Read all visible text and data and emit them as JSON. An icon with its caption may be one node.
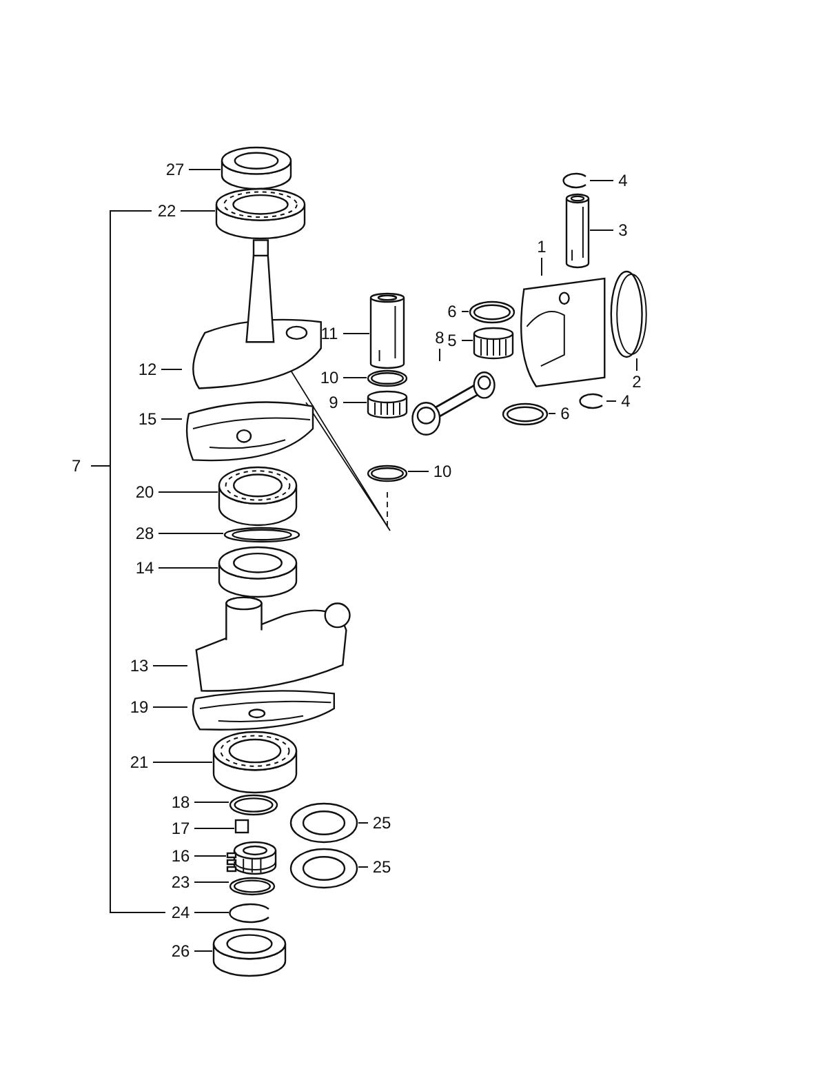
{
  "diagram": {
    "nodes": [
      {
        "text": [
          "27"
        ]
      },
      {
        "text": [],
        "shape": "picture"
      },
      {
        "text": [
          "22"
        ]
      },
      {
        "text": [],
        "shape": "picture"
      },
      {
        "text": [
          "12"
        ]
      },
      {
        "text": [],
        "shape": "picture"
      },
      {
        "text": [
          "15"
        ]
      },
      {
        "text": [],
        "shape": "picture"
      },
      {
        "text": [
          "20"
        ]
      },
      {
        "text": [],
        "shape": "picture"
      },
      {
        "text": [
          "28"
        ]
      },
      {
        "text": [],
        "shape": "picture"
      },
      {
        "text": [
          "14"
        ]
      },
      {
        "text": [],
        "shape": "picture"
      },
      {
        "text": [
          "13"
        ]
      },
      {
        "text": [],
        "shape": "picture"
      },
      {
        "text": [
          "19"
        ]
      },
      {
        "text": [],
        "shape": "picture"
      },
      {
        "text": [
          "21"
        ]
      },
      {
        "text": [],
        "shape": "picture"
      },
      {
        "text": [
          "18"
        ]
      },
      {
        "text": [],
        "shape": "picture"
      },
      {
        "text": [
          "17"
        ]
      },
      {
        "text": [],
        "shape": "box"
      },
      {
        "text": [
          "16"
        ]
      },
      {
        "text": [],
        "shape": "picture"
      },
      {
        "text": [
          "23"
        ]
      },
      {
        "text": [],
        "shape": "picture"
      },
      {
        "text": [
          "24"
        ]
      },
      {
        "text": [],
        "shape": "picture"
      },
      {
        "text": [
          "26"
        ]
      },
      {
        "text": [],
        "shape": "picture"
      },
      {
        "text": [
          "25"
        ]
      },
      {
        "text": [],
        "shape": "picture"
      },
      {
        "text": [
          "25"
        ]
      },
      {
        "text": [],
        "shape": "picture"
      },
      {
        "text": [
          "11"
        ]
      },
      {
        "text": [],
        "shape": "picture"
      },
      {
        "text": [
          "10"
        ]
      },
      {
        "text": [],
        "shape": "picture"
      },
      {
        "text": [
          "9"
        ]
      },
      {
        "text": [],
        "shape": "picture"
      },
      {
        "text": [
          "10"
        ]
      },
      {
        "text": [],
        "shape": "picture"
      },
      {
        "text": [
          "8"
        ]
      },
      {
        "text": [],
        "shape": "picture"
      },
      {
        "text": [
          "6"
        ]
      },
      {
        "text": [],
        "shape": "picture"
      },
      {
        "text": [
          "5"
        ]
      },
      {
        "text": [],
        "shape": "picture"
      },
      {
        "text": [
          "6"
        ]
      },
      {
        "text": [],
        "shape": "picture"
      },
      {
        "text": [
          "1"
        ]
      },
      {
        "text": [],
        "shape": "picture"
      },
      {
        "text": [
          "2"
        ]
      },
      {
        "text": [],
        "shape": "picture"
      },
      {
        "text": [
          "3"
        ]
      },
      {
        "text": [],
        "shape": "picture"
      },
      {
        "text": [
          "4"
        ]
      },
      {
        "text": [],
        "shape": "picture"
      },
      {
        "text": [
          "4"
        ]
      },
      {
        "text": [],
        "shape": "picture"
      }
    ],
    "edges": [
      {
        "from": 0,
        "to": 1,
        "arrow": "none"
      },
      {
        "from": 2,
        "to": 3,
        "arrow": "none"
      },
      {
        "from": 4,
        "to": 5,
        "arrow": "none"
      },
      {
        "from": 6,
        "to": 7,
        "arrow": "none"
      },
      {
        "from": 8,
        "to": 9,
        "arrow": "none"
      },
      {
        "from": 10,
        "to": 11,
        "arrow": "none"
      },
      {
        "from": 12,
        "to": 13,
        "arrow": "none"
      },
      {
        "from": 14,
        "to": 15,
        "arrow": "none"
      },
      {
        "from": 16,
        "to": 17,
        "arrow": "none"
      },
      {
        "from": 18,
        "to": 19,
        "arrow": "none"
      },
      {
        "from": 20,
        "to": 21,
        "arrow": "none"
      },
      {
        "from": 22,
        "to": 23,
        "arrow": "none"
      },
      {
        "from": 24,
        "to": 25,
        "arrow": "none"
      },
      {
        "from": 26,
        "to": 27,
        "arrow": "none"
      },
      {
        "from": 28,
        "to": 29,
        "arrow": "none"
      },
      {
        "from": 30,
        "to": 31,
        "arrow": "none"
      },
      {
        "from": 32,
        "to": 33,
        "arrow": "none"
      },
      {
        "from": 34,
        "to": 35,
        "arrow": "none"
      },
      {
        "from": 36,
        "to": 37,
        "arrow": "none"
      },
      {
        "from": 38,
        "to": 39,
        "arrow": "none"
      },
      {
        "from": 40,
        "to": 41,
        "arrow": "none"
      },
      {
        "from": 42,
        "to": 43,
        "arrow": "none"
      },
      {
        "from": 44,
        "to": 45,
        "arrow": "none"
      },
      {
        "from": 46,
        "to": 47,
        "arrow": "none"
      },
      {
        "from": 48,
        "to": 49,
        "arrow": "none"
      },
      {
        "from": 50,
        "to": 51,
        "arrow": "none"
      },
      {
        "from": 52,
        "to": 53,
        "arrow": "none"
      },
      {
        "from": 54,
        "to": 55,
        "arrow": "none"
      },
      {
        "from": 56,
        "to": 57,
        "arrow": "none"
      },
      {
        "from": 58,
        "to": 59,
        "arrow": "none"
      },
      {
        "from": 60,
        "to": 61,
        "arrow": "none"
      }
    ],
    "labels": [
      "7"
    ]
  }
}
